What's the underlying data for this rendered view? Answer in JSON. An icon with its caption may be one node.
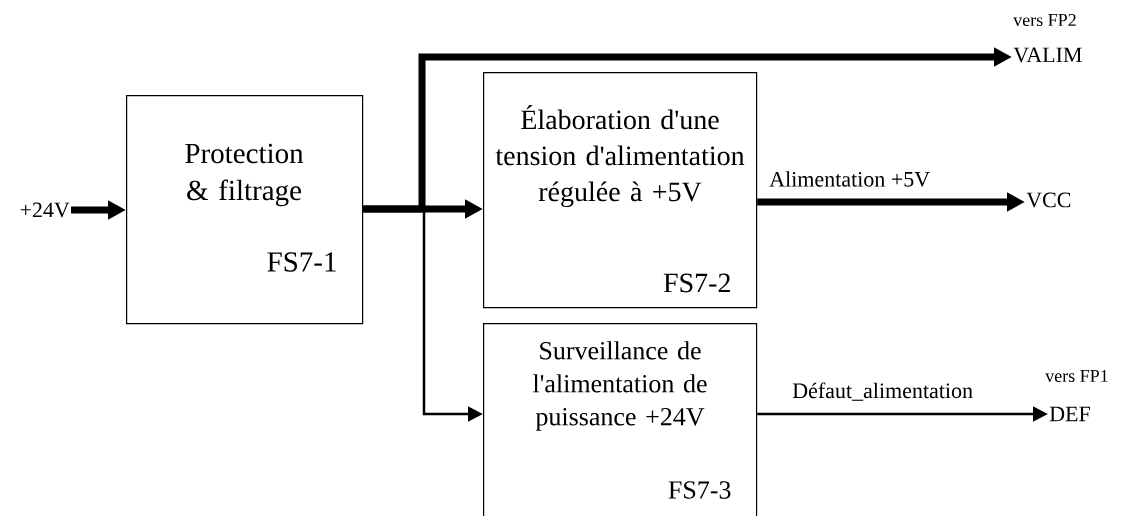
{
  "diagram": {
    "nodes": [
      {
        "text": [
          "+24V"
        ]
      },
      {
        "text": [
          "Protection & filtrage",
          "FS7-1"
        ]
      },
      {
        "text": [
          "Élaboration d'une tension d'alimentation régulée à +5V",
          "FS7-2"
        ]
      },
      {
        "text": [
          "Surveillance de l'alimentation de puissance +24V",
          "FS7-3"
        ]
      },
      {
        "text": [
          "VALIM"
        ],
        "beside": [
          "vers FP2"
        ]
      },
      {
        "text": [
          "VCC"
        ]
      },
      {
        "text": [
          "DEF"
        ],
        "beside": [
          "vers FP1"
        ]
      }
    ],
    "edges": [
      {
        "from": 0,
        "to": 1,
        "arrow": "to"
      },
      {
        "from": 1,
        "to": 2,
        "arrow": "to"
      },
      {
        "from": 1,
        "to": 4,
        "arrow": "to"
      },
      {
        "from": 1,
        "to": 3,
        "arrow": "to"
      },
      {
        "from": 2,
        "to": 5,
        "label": "Alimentation +5V",
        "arrow": "to"
      },
      {
        "from": 3,
        "to": 6,
        "label": "Défaut_alimentation",
        "arrow": "to"
      }
    ]
  }
}
